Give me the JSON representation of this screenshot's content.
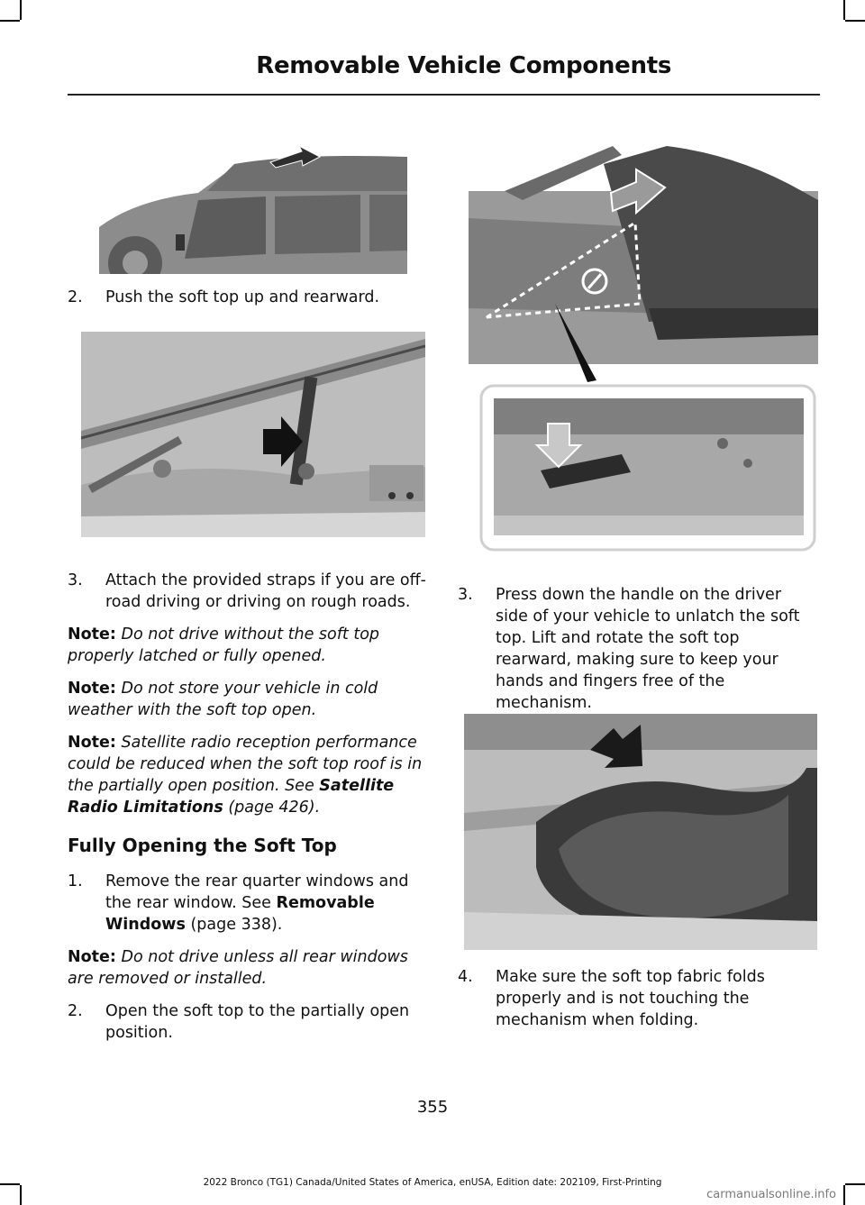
{
  "header": {
    "title": "Removable Vehicle Components"
  },
  "left": {
    "step2": {
      "num": "2.",
      "text": "Push the soft top up and rearward."
    },
    "step3": {
      "num": "3.",
      "text": "Attach the provided straps if you are off-road driving or driving on rough roads."
    },
    "note1": {
      "label": "Note:",
      "text": "Do not drive without the soft top properly latched or fully opened."
    },
    "note2": {
      "label": "Note:",
      "text": "Do not store your vehicle in cold weather with the soft top open."
    },
    "note3": {
      "label": "Note:",
      "text": "Satellite radio reception performance could be reduced when the soft top roof is in the partially open position.  See ",
      "ref": "Satellite Radio Limitations",
      "page": " (page 426)."
    },
    "section_heading": "Fully Opening the Soft Top",
    "fstep1": {
      "num": "1.",
      "text": "Remove the rear quarter windows and the rear window.  See ",
      "ref": "Removable Windows",
      "page": " (page 338)."
    },
    "note4": {
      "label": "Note:",
      "text": "Do not drive unless all rear windows are removed or installed."
    },
    "fstep2": {
      "num": "2.",
      "text": "Open the soft top to the partially open position."
    }
  },
  "right": {
    "step3": {
      "num": "3.",
      "text": "Press down the handle on the driver side of your vehicle to unlatch the soft top. Lift and rotate the soft top rearward, making sure to keep your hands and fingers free of the mechanism."
    },
    "step4": {
      "num": "4.",
      "text": "Make sure the soft top fabric folds properly and is not touching the mechanism when folding."
    }
  },
  "page_number": "355",
  "footer": "2022 Bronco (TG1) Canada/United States of America, enUSA, Edition date: 202109, First-Printing",
  "watermark": "carmanualsonline.info"
}
